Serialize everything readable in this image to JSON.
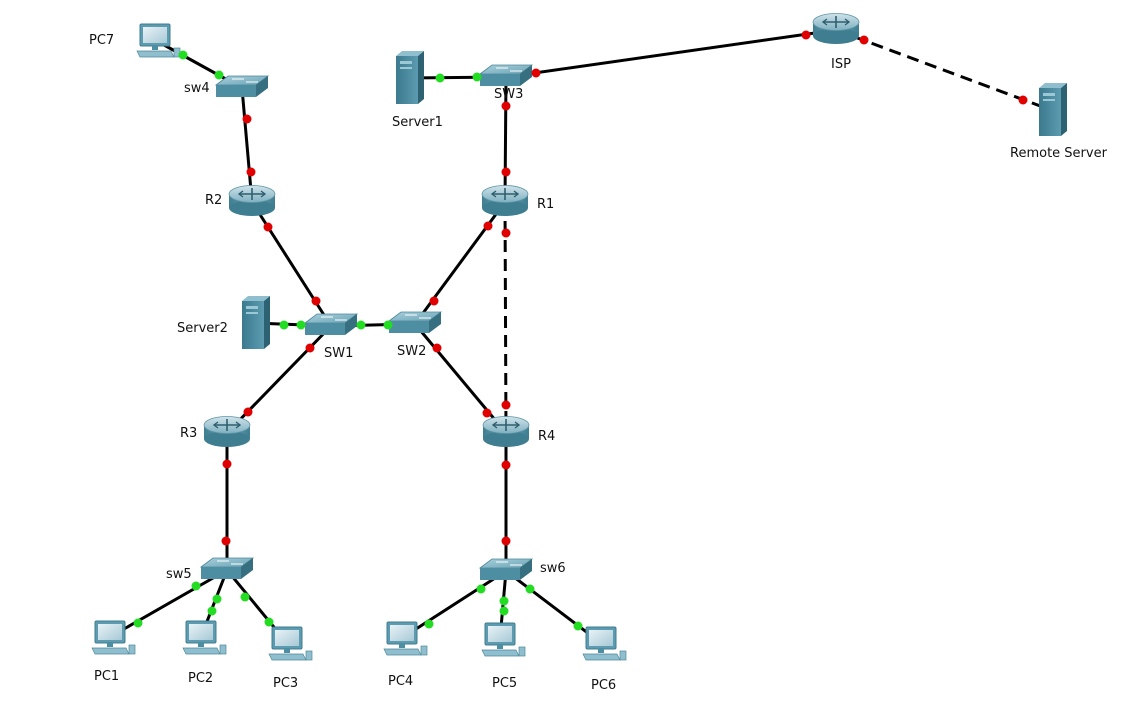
{
  "colors": {
    "link": "#000000",
    "port_up": "#22dd22",
    "port_down": "#e00000",
    "device": "#4a8fa3"
  },
  "devices": [
    {
      "id": "pc7",
      "type": "pc",
      "label": "PC7"
    },
    {
      "id": "sw4",
      "type": "switch",
      "label": "sw4"
    },
    {
      "id": "r2",
      "type": "router",
      "label": "R2"
    },
    {
      "id": "server1",
      "type": "server",
      "label": "Server1"
    },
    {
      "id": "sw3",
      "type": "switch",
      "label": "SW3"
    },
    {
      "id": "r1",
      "type": "router",
      "label": "R1"
    },
    {
      "id": "isp",
      "type": "router",
      "label": "ISP"
    },
    {
      "id": "remote",
      "type": "server",
      "label": "Remote Server"
    },
    {
      "id": "server2",
      "type": "server",
      "label": "Server2"
    },
    {
      "id": "sw1",
      "type": "switch",
      "label": "SW1"
    },
    {
      "id": "sw2",
      "type": "switch",
      "label": "SW2"
    },
    {
      "id": "r3",
      "type": "router",
      "label": "R3"
    },
    {
      "id": "r4",
      "type": "router",
      "label": "R4"
    },
    {
      "id": "sw5",
      "type": "switch",
      "label": "sw5"
    },
    {
      "id": "sw6",
      "type": "switch",
      "label": "sw6"
    },
    {
      "id": "pc1",
      "type": "pc",
      "label": "PC1"
    },
    {
      "id": "pc2",
      "type": "pc",
      "label": "PC2"
    },
    {
      "id": "pc3",
      "type": "pc",
      "label": "PC3"
    },
    {
      "id": "pc4",
      "type": "pc",
      "label": "PC4"
    },
    {
      "id": "pc5",
      "type": "pc",
      "label": "PC5"
    },
    {
      "id": "pc6",
      "type": "pc",
      "label": "PC6"
    }
  ],
  "links": [
    {
      "from": "pc7",
      "to": "sw4",
      "status": [
        "up",
        "up"
      ],
      "style": "solid"
    },
    {
      "from": "sw4",
      "to": "r2",
      "status": [
        "down",
        "down"
      ],
      "style": "solid"
    },
    {
      "from": "server1",
      "to": "sw3",
      "status": [
        "up",
        "up"
      ],
      "style": "solid"
    },
    {
      "from": "sw3",
      "to": "isp",
      "status": [
        "down",
        "down"
      ],
      "style": "solid"
    },
    {
      "from": "isp",
      "to": "remote",
      "status": [
        "down",
        "down"
      ],
      "style": "dashed"
    },
    {
      "from": "sw3",
      "to": "r1",
      "status": [
        "down",
        "down"
      ],
      "style": "solid"
    },
    {
      "from": "r2",
      "to": "sw1",
      "status": [
        "down",
        "down"
      ],
      "style": "solid"
    },
    {
      "from": "r1",
      "to": "sw2",
      "status": [
        "down",
        "down"
      ],
      "style": "solid"
    },
    {
      "from": "r1",
      "to": "r4",
      "status": [
        "down",
        "down"
      ],
      "style": "dashed"
    },
    {
      "from": "server2",
      "to": "sw1",
      "status": [
        "up",
        "up"
      ],
      "style": "solid"
    },
    {
      "from": "sw1",
      "to": "sw2",
      "status": [
        "up",
        "up"
      ],
      "style": "solid"
    },
    {
      "from": "sw1",
      "to": "r3",
      "status": [
        "down",
        "down"
      ],
      "style": "solid"
    },
    {
      "from": "sw2",
      "to": "r4",
      "status": [
        "down",
        "down"
      ],
      "style": "solid"
    },
    {
      "from": "r3",
      "to": "sw5",
      "status": [
        "down",
        "down"
      ],
      "style": "solid"
    },
    {
      "from": "r4",
      "to": "sw6",
      "status": [
        "down",
        "down"
      ],
      "style": "solid"
    },
    {
      "from": "sw5",
      "to": "pc1",
      "status": [
        "up",
        "up"
      ],
      "style": "solid"
    },
    {
      "from": "sw5",
      "to": "pc2",
      "status": [
        "up",
        "up"
      ],
      "style": "solid"
    },
    {
      "from": "sw5",
      "to": "pc3",
      "status": [
        "up",
        "up"
      ],
      "style": "solid"
    },
    {
      "from": "sw6",
      "to": "pc4",
      "status": [
        "up",
        "up"
      ],
      "style": "solid"
    },
    {
      "from": "sw6",
      "to": "pc5",
      "status": [
        "up",
        "up"
      ],
      "style": "solid"
    },
    {
      "from": "sw6",
      "to": "pc6",
      "status": [
        "up",
        "up"
      ],
      "style": "solid"
    }
  ]
}
